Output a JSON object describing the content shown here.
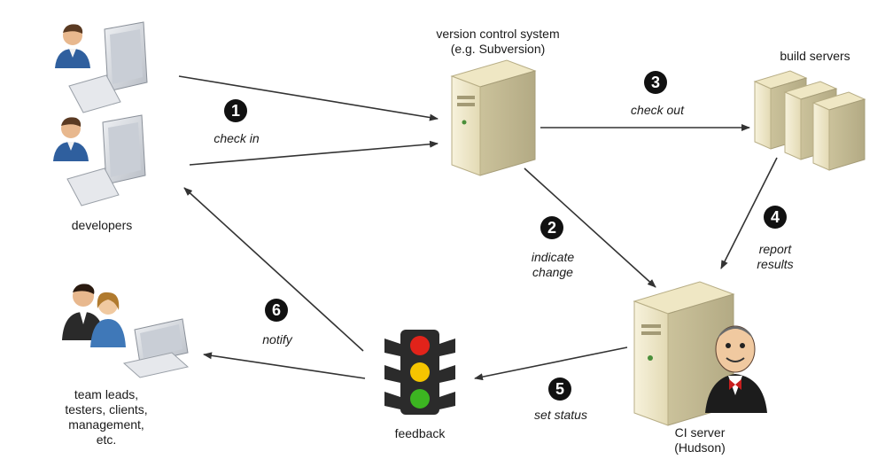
{
  "nodes": {
    "vcs_title": "version control system",
    "vcs_sub": "(e.g. Subversion)",
    "build_servers": "build servers",
    "developers": "developers",
    "team": "team leads,\ntesters, clients,\nmanagement,\netc.",
    "feedback": "feedback",
    "ci_title": "CI server",
    "ci_sub": "(Hudson)"
  },
  "steps": [
    {
      "num": "1",
      "label": "check in"
    },
    {
      "num": "2",
      "label": "indicate\nchange"
    },
    {
      "num": "3",
      "label": "check out"
    },
    {
      "num": "4",
      "label": "report\nresults"
    },
    {
      "num": "5",
      "label": "set status"
    },
    {
      "num": "6",
      "label": "notify"
    }
  ],
  "colors": {
    "arrow": "#333333",
    "step_badge": "#111111",
    "server_light": "#f2ecd2",
    "server_dark": "#cfc6a0",
    "monitor": "#d9dde2",
    "shirt": "#2f5f9e",
    "light_red": "#e2231a",
    "light_yellow": "#f5c400",
    "light_green": "#3cb521"
  }
}
